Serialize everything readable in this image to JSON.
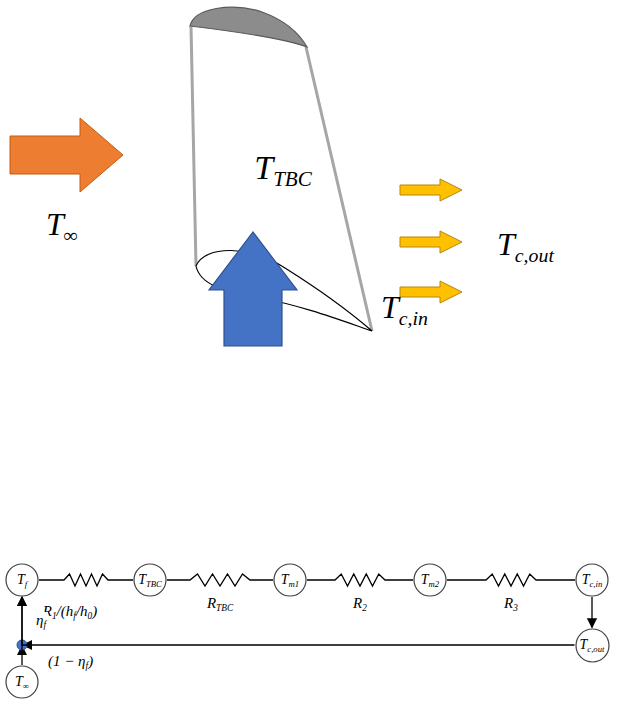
{
  "diagram": {
    "nodes": [
      {
        "text": [
          "Tf"
        ]
      },
      {
        "text": [
          "TTBC"
        ]
      },
      {
        "text": [
          "Tm1"
        ]
      },
      {
        "text": [
          "Tm2"
        ]
      },
      {
        "text": [
          "Tc,in"
        ]
      },
      {
        "text": [
          "Tc,out"
        ]
      },
      {
        "text": [
          "T∞"
        ]
      }
    ],
    "edges": [
      {
        "from": 0,
        "to": 1,
        "arrow": "none",
        "label": "R1/(hf/h0)"
      },
      {
        "from": 1,
        "to": 2,
        "arrow": "none",
        "label": "RTBC"
      },
      {
        "from": 2,
        "to": 3,
        "arrow": "none",
        "label": "R2"
      },
      {
        "from": 3,
        "to": 4,
        "arrow": "none",
        "label": "R3"
      },
      {
        "from": 4,
        "to": 5,
        "arrow": "to"
      },
      {
        "from": 5,
        "to": 0,
        "arrow": "to",
        "label": "ηf"
      },
      {
        "from": 6,
        "to": 0,
        "arrow": "to",
        "label": "(1 − ηf)"
      }
    ],
    "labels": [
      "TTBC",
      "T∞",
      "Tc,out",
      "Tc,in"
    ]
  }
}
